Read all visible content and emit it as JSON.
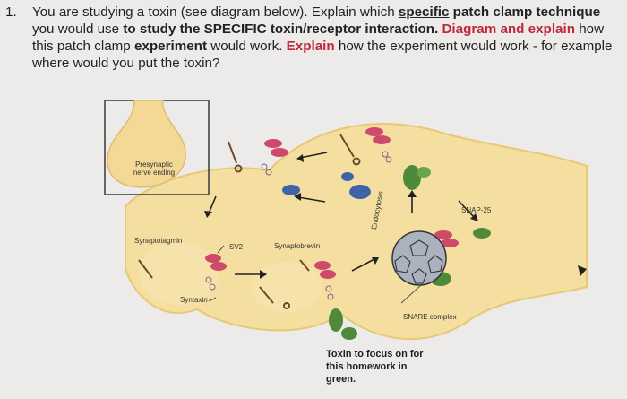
{
  "question": {
    "number": "1.",
    "parts": [
      {
        "text": "You are studying a toxin (see diagram below). Explain which ",
        "style": "normal"
      },
      {
        "text": "specific",
        "style": "underline"
      },
      {
        "text": " patch clamp ",
        "style": "bold"
      },
      {
        "text": "technique",
        "style": "bold"
      },
      {
        "text": " you would use ",
        "style": "normal"
      },
      {
        "text": "to study the SPECIFIC toxin/receptor interaction.",
        "style": "bold"
      },
      {
        "text": " ",
        "style": "normal"
      },
      {
        "text": "Diagram and explain",
        "style": "red"
      },
      {
        "text": " how this patch clamp ",
        "style": "normal"
      },
      {
        "text": "experiment",
        "style": "bold"
      },
      {
        "text": " would work. ",
        "style": "normal"
      },
      {
        "text": "Explain",
        "style": "red"
      },
      {
        "text": " how the experiment would work - for example where would you put the toxin?",
        "style": "normal"
      }
    ]
  },
  "diagram": {
    "labels": {
      "presynaptic": "Presynaptic\nnerve ending",
      "synaptotagmin": "Synaptotagmin",
      "sv2": "SV2",
      "synaptobrevin": "Synaptobrevin",
      "syntaxin": "Syntaxin",
      "endocytosis": "Endocytosis",
      "snap25": "SNAP-25",
      "snare": "SNARE complex"
    },
    "toxin_note": "Toxin to focus on for this homework in green."
  }
}
